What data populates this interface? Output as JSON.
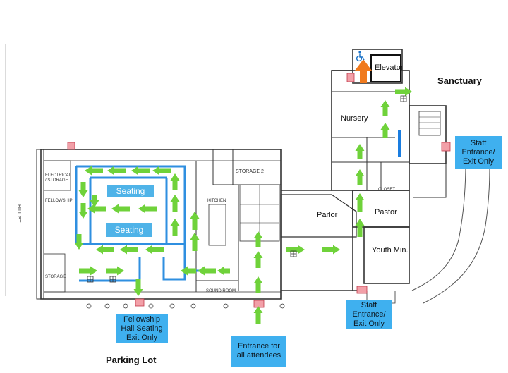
{
  "rooms": {
    "elevator": "Elevator",
    "sanctuary": "Sanctuary",
    "nursery": "Nursery",
    "parlor": "Parlor",
    "pastor": "Pastor",
    "youth_min": "Youth Min.",
    "storage2": "STORAGE 2",
    "kitchen": "KITCHEN",
    "sound_room": "SOUND ROOM",
    "fellowship": "FELLOWSHIP",
    "electrical_storage": "ELECTRICAL / STORAGE",
    "storage": "STORAGE",
    "closet": "CLOSET",
    "hill_st": "HILL ST."
  },
  "seating": [
    "Seating",
    "Seating"
  ],
  "callouts": {
    "staff_right": [
      "Staff",
      "Entrance/",
      "Exit Only"
    ],
    "staff_bottom": [
      "Staff",
      "Entrance/",
      "Exit Only"
    ],
    "fellowship_exit": [
      "Fellowship",
      "Hall Seating",
      "Exit Only"
    ],
    "main_entrance": [
      "Entrance for",
      "all attendees"
    ]
  },
  "parking_lot": "Parking Lot",
  "icons": [
    "wheelchair-icon",
    "elevator-up-arrow",
    "green-direction-arrow",
    "exit-door-marker"
  ],
  "colors": {
    "arrow_green": "#6fd23a",
    "route_blue": "#2f8fe0",
    "callout_blue": "#3fb0ef",
    "seating_blue": "#4fb3e8",
    "elevator_arrow": "#f07a1e",
    "exit_marker": "#f2a0a8"
  }
}
